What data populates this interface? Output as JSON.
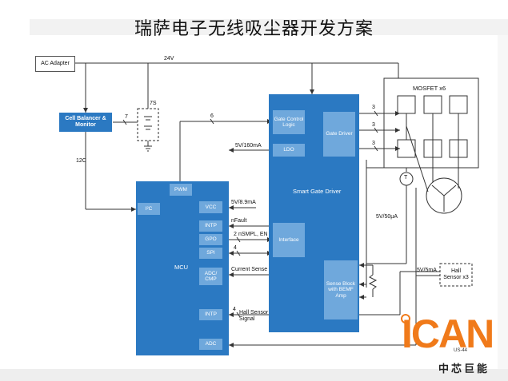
{
  "title": "瑞萨电子无线吸尘器开发方案",
  "blocks": {
    "ac_adapter": "AC Adapter",
    "cell_balancer": "Cell Balancer & Monitor",
    "mcu": "MCU",
    "smart_gate_driver": "Smart Gate Driver",
    "mosfet": "MOSFET x6",
    "hall_sensor": "Hall Sensor x3"
  },
  "mcu_blocks": [
    "PWM",
    "I²C",
    "VCC",
    "INTP",
    "GPO",
    "SPI",
    "ADC/ CMP",
    "INTP",
    "ADC"
  ],
  "gate_driver_blocks": [
    "Gate Control Logic",
    "Gate Driver",
    "LDO",
    "Interface",
    "Sense Block with BEMF Amp"
  ],
  "signals": {
    "v24": "24V",
    "s7s": "7S",
    "n7": "7",
    "n6": "6",
    "c12": "12C",
    "ldo_out": "5V/160mA",
    "vcc_in": "5V/8.9mA",
    "nfault": "nFault",
    "n2": "2",
    "nsmpl": "nSMPL, EN",
    "n4a": "4",
    "current_sense": "Current Sense",
    "n4b": "4",
    "hall_signal": "Hall Sensor Signal",
    "n3a": "3",
    "n3b": "3",
    "n3c": "3",
    "v50": "5V/50µA",
    "v5ma": "5V/5mA",
    "temp_symbol": "T"
  },
  "logo": {
    "brand": "ICAN",
    "chinese": "中芯巨能",
    "code": "US-44"
  },
  "colors": {
    "main_blue": "#2b79c2",
    "inner_blue": "#6fa8dc",
    "logo_orange": "#f07a1a"
  }
}
